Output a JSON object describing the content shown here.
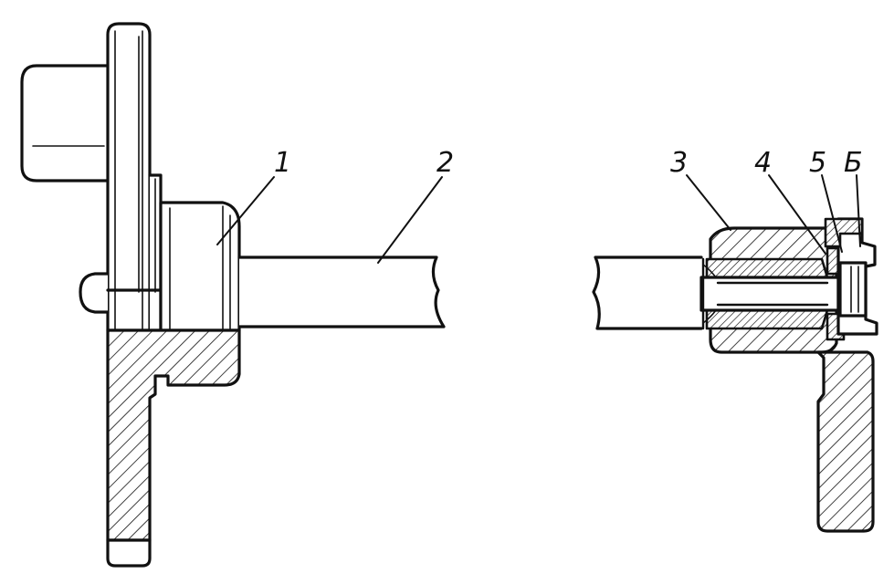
{
  "labels": {
    "l1": "1",
    "l2": "2",
    "l3": "3",
    "l4": "4",
    "l5": "5",
    "l6": "Б"
  }
}
